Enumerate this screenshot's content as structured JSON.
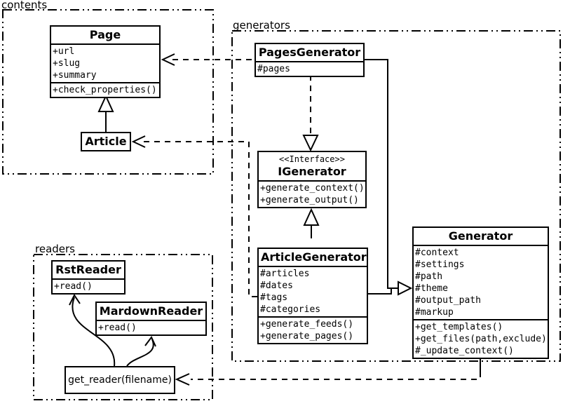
{
  "packages": {
    "contents": {
      "label": "contents"
    },
    "generators": {
      "label": "generators"
    },
    "readers": {
      "label": "readers"
    }
  },
  "classes": {
    "page": {
      "title": "Page",
      "attrs": [
        "+url",
        "+slug",
        "+summary"
      ],
      "methods": [
        "+check_properties()"
      ]
    },
    "article": {
      "title": "Article"
    },
    "pages_generator": {
      "title": "PagesGenerator",
      "attrs": [
        "#pages"
      ]
    },
    "igenerator": {
      "stereotype": "<<Interface>>",
      "title": "IGenerator",
      "methods": [
        "+generate_context()",
        "+generate_output()"
      ]
    },
    "article_generator": {
      "title": "ArticleGenerator",
      "attrs": [
        "#articles",
        "#dates",
        "#tags",
        "#categories"
      ],
      "methods": [
        "+generate_feeds()",
        "+generate_pages()"
      ]
    },
    "generator": {
      "title": "Generator",
      "attrs": [
        "#context",
        "#settings",
        "#path",
        "#theme",
        "#output_path",
        "#markup"
      ],
      "methods": [
        "+get_templates()",
        "+get_files(path,exclude)",
        "#_update_context()"
      ]
    },
    "rst_reader": {
      "title": "RstReader",
      "methods": [
        "+read()"
      ]
    },
    "markdown_reader": {
      "title": "MardownReader",
      "methods": [
        "+read()"
      ]
    },
    "get_reader": {
      "label": "get_reader(filename)"
    }
  },
  "colors": {
    "line": "#000000",
    "background": "#ffffff"
  }
}
